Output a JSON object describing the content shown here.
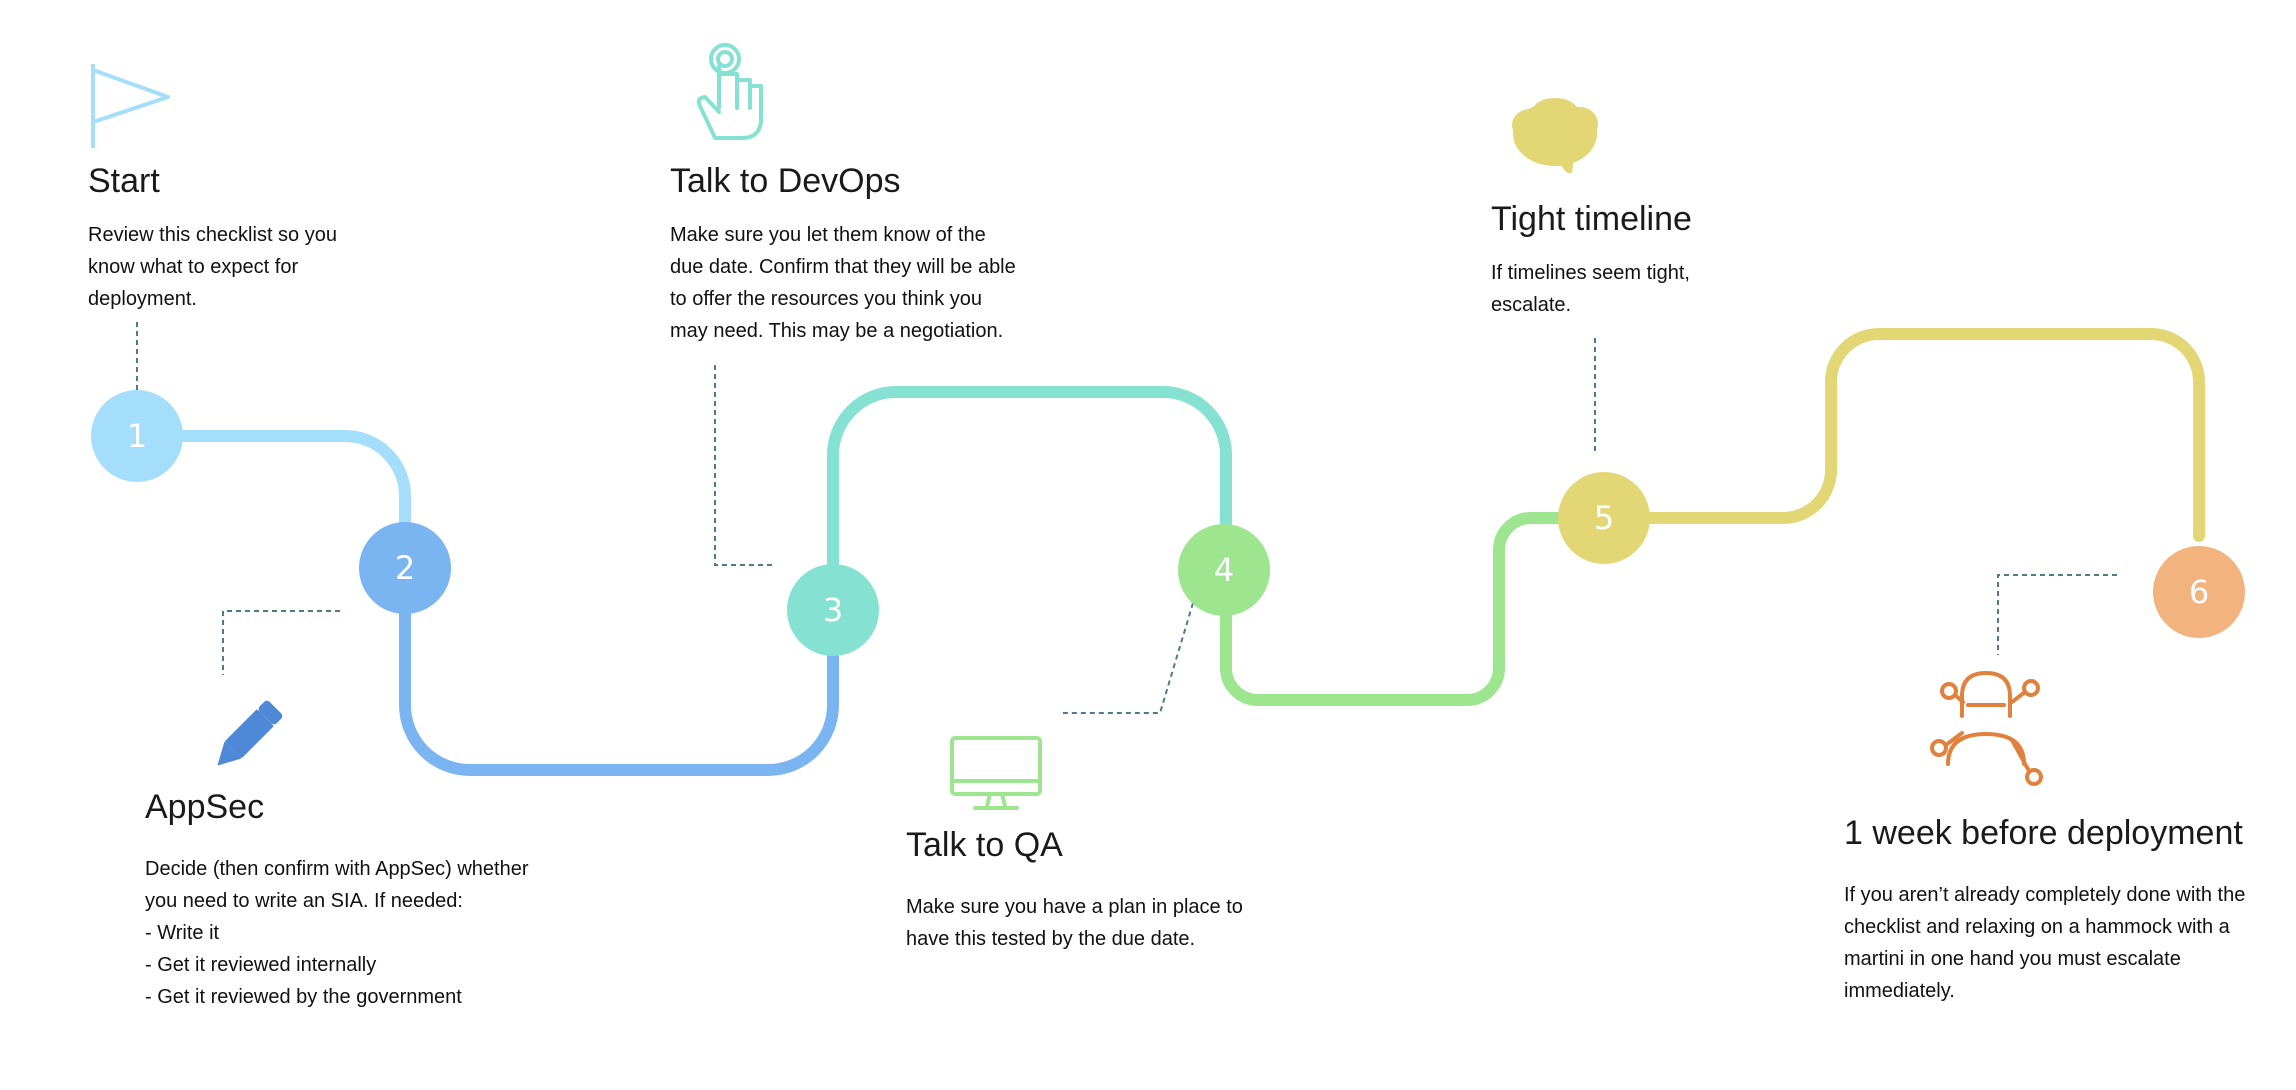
{
  "colors": {
    "step1": "#a4defa",
    "step2": "#7ab5f2",
    "step3": "#85e2d3",
    "step4": "#9de58f",
    "step5": "#e2d774",
    "step6": "#f3b37f",
    "connector": "#4e7a8a"
  },
  "steps": [
    {
      "number": "1",
      "title": "Start",
      "icon": "flag-icon",
      "description": [
        "Review this checklist so you",
        "know what to expect for",
        "deployment."
      ]
    },
    {
      "number": "2",
      "title": "AppSec",
      "icon": "pencil-icon",
      "description": [
        "Decide (then confirm with AppSec) whether",
        "you need to write an SIA. If needed:",
        "- Write it",
        "- Get it reviewed internally",
        "- Get it reviewed by the government"
      ]
    },
    {
      "number": "3",
      "title": "Talk to DevOps",
      "icon": "tap-hand-icon",
      "description": [
        "Make sure you let them know of the",
        "due date. Confirm that they will be able",
        "to offer the resources you think you",
        "may need. This may be a negotiation."
      ]
    },
    {
      "number": "4",
      "title": "Talk to QA",
      "icon": "monitor-icon",
      "description": [
        "Make sure you have a plan in place to",
        "have this tested by the due date."
      ]
    },
    {
      "number": "5",
      "title": "Tight timeline",
      "icon": "brain-icon",
      "description": [
        "If timelines seem tight,",
        "escalate."
      ]
    },
    {
      "number": "6",
      "title": "1 week before deployment",
      "icon": "network-person-icon",
      "description": [
        "If you aren’t already completely done with the",
        "checklist and relaxing on a hammock with a",
        "martini in one hand you must escalate",
        "immediately."
      ]
    }
  ]
}
